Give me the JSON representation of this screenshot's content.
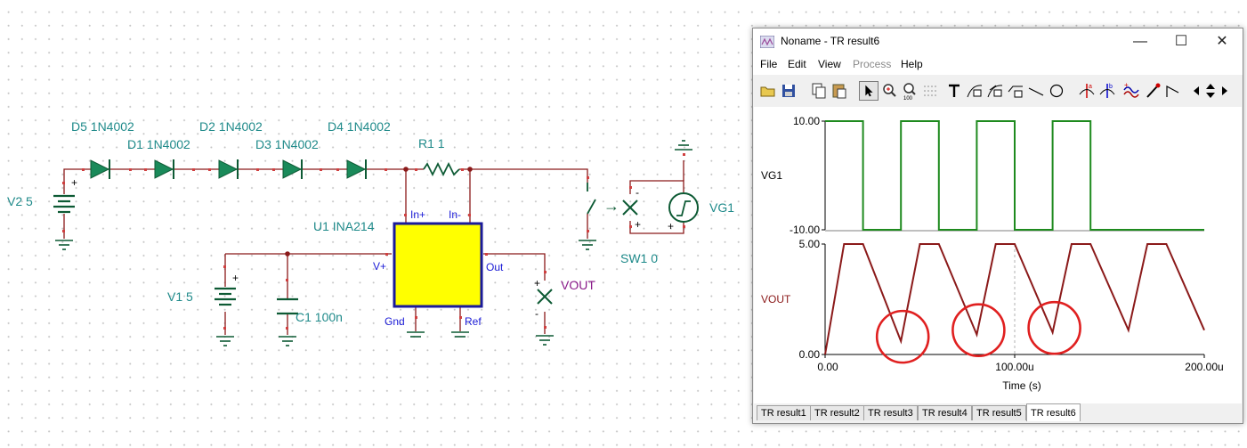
{
  "schematic": {
    "diodes": {
      "d5": "D5 1N4002",
      "d1": "D1 1N4002",
      "d2": "D2 1N4002",
      "d3": "D3 1N4002",
      "d4": "D4 1N4002"
    },
    "r1": "R1 1",
    "v2": "V2 5",
    "v1": "V1 5",
    "c1": "C1 100n",
    "u1": "U1 INA214",
    "sw1": "SW1 0",
    "vg1": "VG1",
    "vout": "VOUT",
    "plus_sign": "+",
    "minus_sign": "-",
    "arrow": "→",
    "pins": {
      "in_plus": "In+",
      "in_minus": "In-",
      "vplus": "V+",
      "out": "Out",
      "gnd": "Gnd",
      "ref": "Ref"
    },
    "colors": {
      "wire": "#8b1a1a",
      "component": "#1a7a3a",
      "label": "#1f8a8a",
      "pin_label": "#1a1ad6",
      "ic_fill": "#ffff00"
    }
  },
  "window": {
    "title": "Noname - TR result6",
    "controls": {
      "minimize": "—",
      "maximize": "☐",
      "close": "✕"
    },
    "menu": [
      "File",
      "Edit",
      "View",
      "Process",
      "Help"
    ],
    "menu_disabled": "Process",
    "toolbar": [
      "open-icon",
      "save-icon",
      "copy-icon",
      "paste-icon",
      "pointer-icon",
      "zoom-in-icon",
      "zoom-100-icon",
      "grid-icon",
      "text-icon",
      "curve-label-icon",
      "curve-label2-icon",
      "curve-label3-icon",
      "line-icon",
      "circle-icon",
      "cursor-a-icon",
      "cursor-b-icon",
      "waveform-icon",
      "probe-icon",
      "step-icon",
      "arrow-left-icon",
      "arrow-updown-icon",
      "arrow-right-icon"
    ],
    "tabs": [
      "TR result1",
      "TR result2",
      "TR result3",
      "TR result4",
      "TR result5",
      "TR result6"
    ],
    "active_tab": "TR result6"
  },
  "chart_data": {
    "type": "line",
    "xlabel": "Time (s)",
    "x_ticks": [
      "0.00",
      "100.00u",
      "200.00u"
    ],
    "xlim": [
      0,
      200
    ],
    "x_unit_note": "u",
    "series": [
      {
        "name": "VG1",
        "color": "#1e8a1e",
        "y_ticks": [
          "10.00",
          "-10.00"
        ],
        "ylim": [
          -10,
          10
        ],
        "x": [
          0,
          20,
          20,
          40,
          40,
          60,
          60,
          80,
          80,
          100,
          100,
          120,
          120,
          140,
          140,
          160,
          160,
          200
        ],
        "y": [
          10,
          10,
          -10,
          -10,
          10,
          10,
          -10,
          -10,
          10,
          10,
          -10,
          -10,
          10,
          10,
          -10,
          -10,
          -10,
          -10
        ]
      },
      {
        "name": "VOUT",
        "color": "#8b1a1a",
        "y_ticks": [
          "5.00",
          "0.00"
        ],
        "ylim": [
          0,
          5
        ],
        "x": [
          0,
          10,
          20,
          40,
          50,
          60,
          80,
          90,
          100,
          120,
          130,
          140,
          160,
          170,
          180,
          200
        ],
        "y": [
          0,
          5,
          5,
          0.6,
          5,
          5,
          0.9,
          5,
          5,
          1.0,
          5,
          5,
          1.1,
          5,
          5,
          1.1
        ]
      }
    ],
    "annotations": [
      {
        "type": "circle",
        "color": "#e02020",
        "x": 40,
        "y": 0.6
      },
      {
        "type": "circle",
        "color": "#e02020",
        "x": 80,
        "y": 0.9
      },
      {
        "type": "circle",
        "color": "#e02020",
        "x": 120,
        "y": 1.0
      }
    ],
    "grid": "dashed vertical at 100u"
  }
}
